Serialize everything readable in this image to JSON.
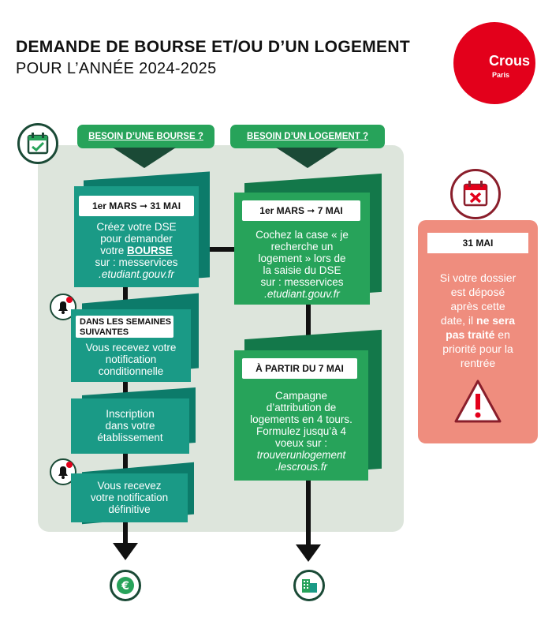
{
  "header": {
    "title": "DEMANDE DE BOURSE ET/OU D’UN LOGEMENT",
    "subtitle": "POUR L’ANNÉE 2024-2025"
  },
  "logo": {
    "name": "Crous",
    "city": "Paris"
  },
  "left_column": {
    "tab": "BESOIN D’UNE BOURSE ?",
    "date_card": {
      "date": "1er MARS ➞ 31 MAI",
      "line1": "Créez votre DSE",
      "line2": "pour demander",
      "line3_prefix": "votre ",
      "line3_underlined": "BOURSE",
      "line4": "sur : messervices",
      "line5": ".etudiant.gouv.fr"
    },
    "weeks_card": {
      "label_line1": "DANS LES SEMAINES",
      "label_line2": "SUIVANTES",
      "line1": "Vous recevez votre",
      "line2": "notification",
      "line3": "conditionnelle"
    },
    "enrol_card": {
      "line1": "Inscription",
      "line2": "dans votre",
      "line3": "établissement"
    },
    "final_card": {
      "line1": "Vous recevez",
      "line2": "votre notification",
      "line3": "définitive"
    }
  },
  "right_column": {
    "tab": "BESOIN D’UN LOGEMENT ?",
    "date_card": {
      "date": "1er MARS ➞ 7 MAI",
      "line1": "Cochez la case « je",
      "line2": "recherche un",
      "line3": "logement » lors de",
      "line4": "la saisie du DSE",
      "line5": "sur : messervices",
      "line6": ".etudiant.gouv.fr"
    },
    "campaign_card": {
      "label": "À PARTIR DU 7 MAI",
      "line1": "Campagne",
      "line2": "d’attribution de",
      "line3": "logements en 4 tours.",
      "line4": "Formulez jusqu’à 4",
      "line5": "voeux sur :",
      "line6": "trouverunlogement",
      "line7": ".lescrous.fr"
    }
  },
  "deadline_box": {
    "label": "31 MAI",
    "line1": "Si votre dossier",
    "line2": "est déposé",
    "line3": "après cette",
    "line4_prefix": "date, il ",
    "line4_bold": "ne sera",
    "line5_bold": "pas traité",
    "line5_suffix": " en",
    "line6": "priorité pour la",
    "line7": "rentrée"
  },
  "icons": {
    "calendar_check": "calendar-check-icon",
    "calendar_cross": "calendar-cross-icon",
    "bell": "bell-icon",
    "warning": "warning-icon",
    "euro": "euro-icon",
    "building": "building-icon"
  },
  "colors": {
    "brand_red": "#e3001b",
    "teal": "#1a9a86",
    "green": "#27a35a",
    "panel": "#dde5dc",
    "salmon": "#ef8d7e"
  }
}
